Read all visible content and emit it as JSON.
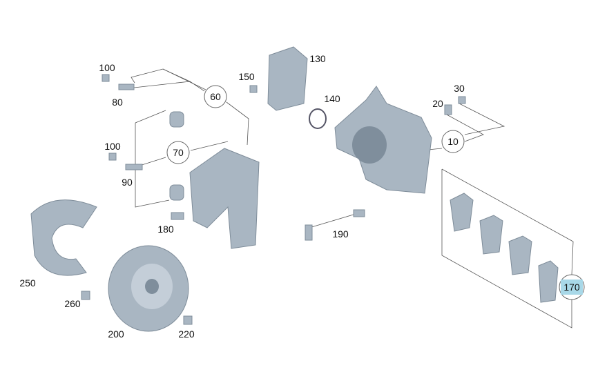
{
  "diagram": {
    "title": "Front brake assembly exploded view",
    "labels": {
      "p10": "10",
      "p20": "20",
      "p30": "30",
      "p60": "60",
      "p70": "70",
      "p80": "80",
      "p90": "90",
      "p100a": "100",
      "p100b": "100",
      "p130": "130",
      "p140": "140",
      "p150": "150",
      "p170": "170",
      "p180": "180",
      "p190": "190",
      "p200": "200",
      "p220": "220",
      "p250": "250",
      "p260": "260"
    },
    "highlight_color": "#a8d8e8",
    "part_color": "#a9b6c2"
  }
}
